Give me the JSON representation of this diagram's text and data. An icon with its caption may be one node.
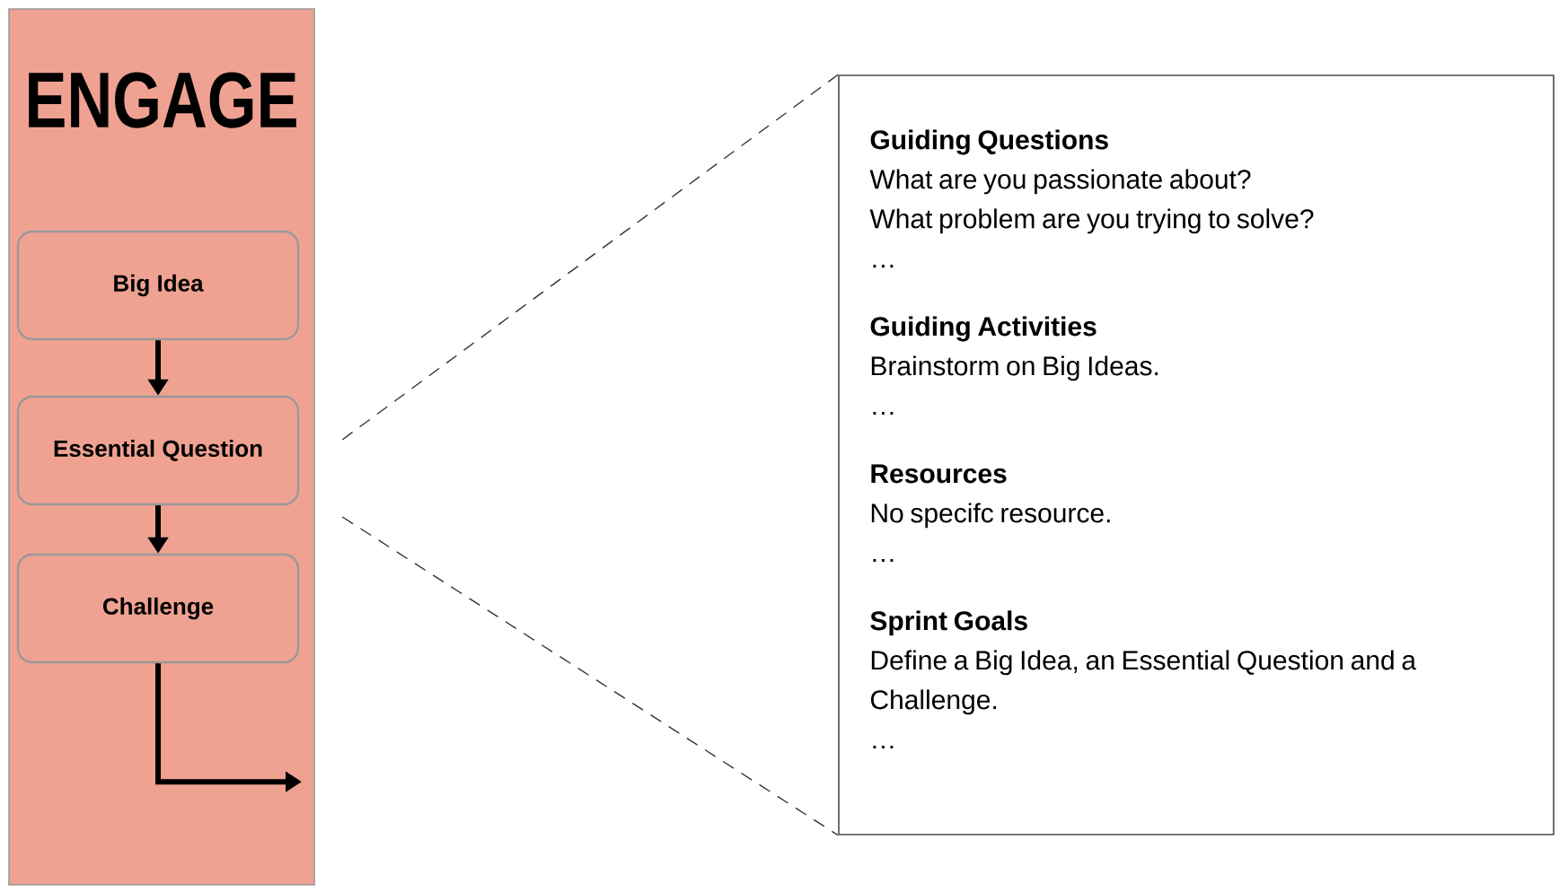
{
  "diagram": {
    "nodes": [
      {
        "text": [
          "ENGAGE"
        ]
      },
      {
        "text": [
          "Big Idea"
        ],
        "in": 0
      },
      {
        "text": [
          "Essential Question"
        ],
        "in": 0
      },
      {
        "text": [
          "Challenge"
        ],
        "in": 0
      },
      {
        "text": [
          "Guiding Questions",
          "What are you passionate about?",
          "What problem are you trying to solve?",
          "…",
          "Guiding Activities",
          "Brainstorm on Big Ideas.",
          "…",
          "Resources",
          "No specifc resource.",
          "…",
          "Sprint Goals",
          "Define a Big Idea, an Essential Question and a Challenge.",
          "…"
        ]
      }
    ],
    "edges": [
      {
        "from": 1,
        "to": 2,
        "arrow": "to"
      },
      {
        "from": 2,
        "to": 3,
        "arrow": "to"
      },
      {
        "from": 3,
        "to": null,
        "arrow": "to"
      },
      {
        "from": 2,
        "to": 4,
        "arrow": "none",
        "style": "dashed"
      },
      {
        "from": 2,
        "to": 4,
        "arrow": "none",
        "style": "dashed"
      }
    ]
  }
}
